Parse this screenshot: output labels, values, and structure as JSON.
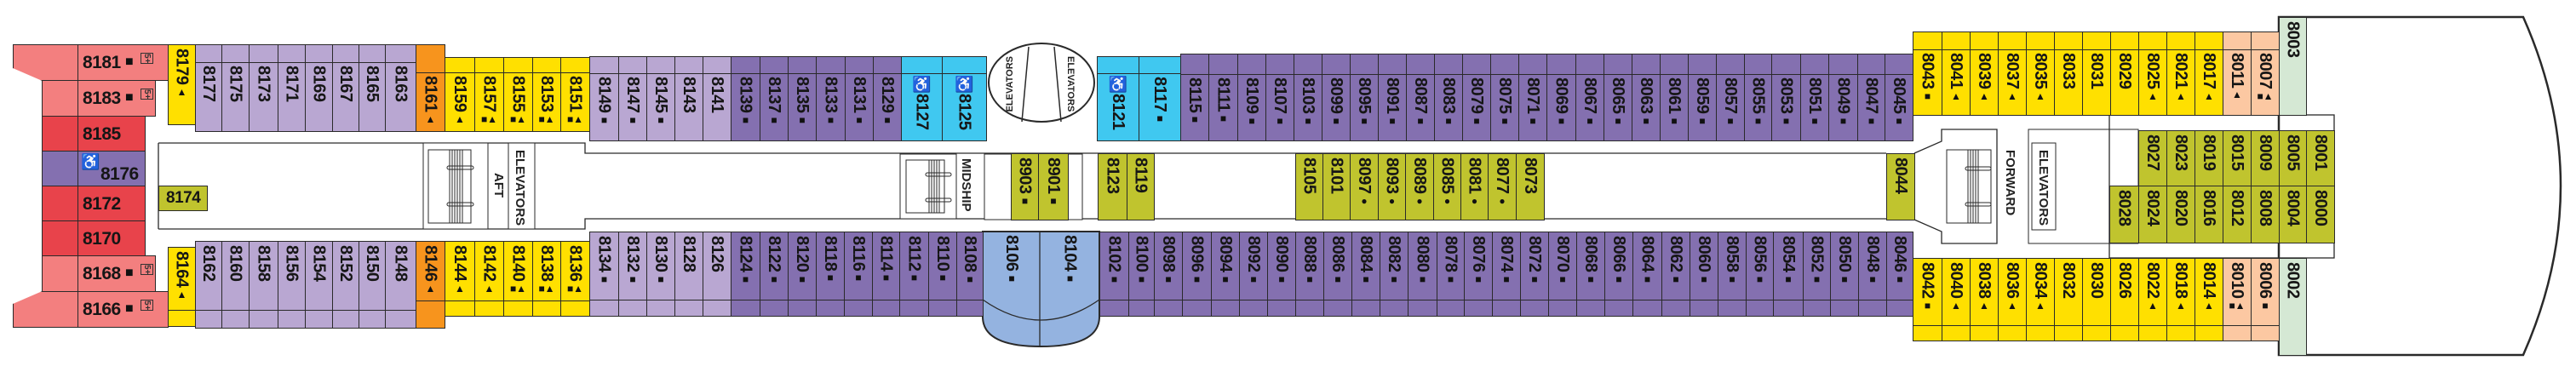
{
  "deck": {
    "categories": {
      "pink": "#f37f7f",
      "red": "#e8434b",
      "violet": "#8470b0",
      "lilac": "#b9a7d2",
      "yellow": "#ffe000",
      "orange": "#f7941d",
      "cyan": "#40c8f0",
      "blue": "#94b3e0",
      "olive": "#c0c42e",
      "peach": "#fcc8a2",
      "mint": "#d5e8d4"
    },
    "labels": {
      "aft_elevators": "ELEVATORS",
      "aft": "AFT",
      "midship": "MIDSHIP",
      "mid_elevators_left": "ELEVATORS",
      "mid_elevators_right": "ELEVATORS",
      "forward": "FORWARD",
      "forward_elevators": "ELEVATORS"
    },
    "cabins": {
      "stern": [
        {
          "num": "8181",
          "marks": "■",
          "badge": "5+",
          "cat": "pink"
        },
        {
          "num": "8183",
          "marks": "■",
          "badge": "5+",
          "cat": "pink"
        },
        {
          "num": "8185",
          "marks": "",
          "cat": "red"
        },
        {
          "num": "8176",
          "marks": "",
          "accessible": true,
          "cat": "violet"
        },
        {
          "num": "8172",
          "marks": "",
          "cat": "red"
        },
        {
          "num": "8170",
          "marks": "",
          "cat": "red"
        },
        {
          "num": "8168",
          "marks": "■",
          "badge": "5+",
          "cat": "pink"
        },
        {
          "num": "8166",
          "marks": "■",
          "badge": "5+",
          "cat": "pink"
        }
      ],
      "top": [
        {
          "num": "8179",
          "marks": "▲",
          "cat": "yellow"
        },
        {
          "num": "8177",
          "marks": "",
          "cat": "lilac"
        },
        {
          "num": "8175",
          "marks": "",
          "cat": "lilac"
        },
        {
          "num": "8173",
          "marks": "",
          "cat": "lilac"
        },
        {
          "num": "8171",
          "marks": "",
          "cat": "lilac"
        },
        {
          "num": "8169",
          "marks": "",
          "cat": "lilac"
        },
        {
          "num": "8167",
          "marks": "",
          "cat": "lilac"
        },
        {
          "num": "8165",
          "marks": "",
          "cat": "lilac"
        },
        {
          "num": "8163",
          "marks": "",
          "cat": "lilac"
        },
        {
          "num": "8161",
          "marks": "▲",
          "cat": "orange"
        },
        {
          "num": "8159",
          "marks": "▲",
          "cat": "yellow"
        },
        {
          "num": "8157",
          "marks": "■▲",
          "cat": "yellow"
        },
        {
          "num": "8155",
          "marks": "■▲",
          "cat": "yellow"
        },
        {
          "num": "8153",
          "marks": "■▲",
          "cat": "yellow"
        },
        {
          "num": "8151",
          "marks": "■▲",
          "cat": "yellow"
        },
        {
          "num": "8149",
          "marks": "■",
          "cat": "lilac"
        },
        {
          "num": "8147",
          "marks": "■",
          "cat": "lilac"
        },
        {
          "num": "8145",
          "marks": "■",
          "cat": "lilac"
        },
        {
          "num": "8143",
          "marks": "",
          "cat": "lilac"
        },
        {
          "num": "8141",
          "marks": "",
          "cat": "lilac"
        },
        {
          "num": "8139",
          "marks": "■",
          "cat": "violet"
        },
        {
          "num": "8137",
          "marks": "■",
          "cat": "violet"
        },
        {
          "num": "8135",
          "marks": "■",
          "cat": "violet"
        },
        {
          "num": "8133",
          "marks": "■",
          "cat": "violet"
        },
        {
          "num": "8131",
          "marks": "■",
          "cat": "violet"
        },
        {
          "num": "8129",
          "marks": "■",
          "cat": "violet"
        },
        {
          "num": "8127",
          "marks": "",
          "accessible": true,
          "cat": "cyan"
        },
        {
          "num": "8125",
          "marks": "",
          "accessible": true,
          "cat": "cyan"
        },
        {
          "num": "8121",
          "marks": "",
          "accessible": true,
          "cat": "cyan"
        },
        {
          "num": "8117",
          "marks": "■",
          "cat": "cyan"
        },
        {
          "num": "8115",
          "marks": "■",
          "cat": "violet"
        },
        {
          "num": "8111",
          "marks": "■",
          "cat": "violet"
        },
        {
          "num": "8109",
          "marks": "■",
          "cat": "violet"
        },
        {
          "num": "8107",
          "marks": "■",
          "cat": "violet"
        },
        {
          "num": "8103",
          "marks": "■",
          "cat": "violet"
        },
        {
          "num": "8099",
          "marks": "■",
          "cat": "violet"
        },
        {
          "num": "8095",
          "marks": "■",
          "cat": "violet"
        },
        {
          "num": "8091",
          "marks": "■",
          "cat": "violet"
        },
        {
          "num": "8087",
          "marks": "■",
          "cat": "violet"
        },
        {
          "num": "8083",
          "marks": "■",
          "cat": "violet"
        },
        {
          "num": "8079",
          "marks": "■",
          "cat": "violet"
        },
        {
          "num": "8075",
          "marks": "■",
          "cat": "violet"
        },
        {
          "num": "8071",
          "marks": "■",
          "cat": "violet"
        },
        {
          "num": "8069",
          "marks": "■",
          "cat": "violet"
        },
        {
          "num": "8067",
          "marks": "■",
          "cat": "violet"
        },
        {
          "num": "8065",
          "marks": "■",
          "cat": "violet"
        },
        {
          "num": "8063",
          "marks": "■",
          "cat": "violet"
        },
        {
          "num": "8061",
          "marks": "■",
          "cat": "violet"
        },
        {
          "num": "8059",
          "marks": "■",
          "cat": "violet"
        },
        {
          "num": "8057",
          "marks": "■",
          "cat": "violet"
        },
        {
          "num": "8055",
          "marks": "■",
          "cat": "violet"
        },
        {
          "num": "8053",
          "marks": "■",
          "cat": "violet"
        },
        {
          "num": "8051",
          "marks": "■",
          "cat": "violet"
        },
        {
          "num": "8049",
          "marks": "■",
          "cat": "violet"
        },
        {
          "num": "8047",
          "marks": "■",
          "cat": "violet"
        },
        {
          "num": "8045",
          "marks": "■",
          "cat": "violet"
        },
        {
          "num": "8043",
          "marks": "■",
          "cat": "yellow"
        },
        {
          "num": "8041",
          "marks": "▲",
          "cat": "yellow"
        },
        {
          "num": "8039",
          "marks": "▲",
          "cat": "yellow"
        },
        {
          "num": "8037",
          "marks": "▲",
          "cat": "yellow"
        },
        {
          "num": "8035",
          "marks": "▲",
          "cat": "yellow"
        },
        {
          "num": "8033",
          "marks": "",
          "cat": "yellow"
        },
        {
          "num": "8031",
          "marks": "",
          "cat": "yellow"
        },
        {
          "num": "8029",
          "marks": "",
          "cat": "yellow"
        },
        {
          "num": "8025",
          "marks": "▲",
          "cat": "yellow"
        },
        {
          "num": "8021",
          "marks": "▲",
          "cat": "yellow"
        },
        {
          "num": "8017",
          "marks": "▲",
          "cat": "yellow"
        },
        {
          "num": "8011",
          "marks": "▲",
          "cat": "peach"
        },
        {
          "num": "8007",
          "marks": "■▲",
          "cat": "peach"
        },
        {
          "num": "8003",
          "marks": "",
          "cat": "mint"
        }
      ],
      "middle": [
        {
          "num": "8903",
          "marks": "■",
          "cat": "olive"
        },
        {
          "num": "8901",
          "marks": "■",
          "cat": "olive"
        },
        {
          "num": "8123",
          "marks": "",
          "cat": "olive"
        },
        {
          "num": "8119",
          "marks": "",
          "cat": "olive"
        },
        {
          "num": "8105",
          "marks": "",
          "cat": "olive"
        },
        {
          "num": "8101",
          "marks": "",
          "cat": "olive"
        },
        {
          "num": "8097",
          "marks": "●",
          "cat": "olive"
        },
        {
          "num": "8093",
          "marks": "●",
          "cat": "olive"
        },
        {
          "num": "8089",
          "marks": "●",
          "cat": "olive"
        },
        {
          "num": "8085",
          "marks": "●",
          "cat": "olive"
        },
        {
          "num": "8081",
          "marks": "●",
          "cat": "olive"
        },
        {
          "num": "8077",
          "marks": "●",
          "cat": "olive"
        },
        {
          "num": "8073",
          "marks": "",
          "cat": "olive"
        },
        {
          "num": "8044",
          "marks": "",
          "cat": "olive"
        },
        {
          "num": "8027",
          "marks": "",
          "cat": "olive"
        },
        {
          "num": "8023",
          "marks": "",
          "cat": "olive"
        },
        {
          "num": "8019",
          "marks": "",
          "cat": "olive"
        },
        {
          "num": "8015",
          "marks": "",
          "cat": "olive"
        },
        {
          "num": "8009",
          "marks": "",
          "cat": "olive"
        },
        {
          "num": "8005",
          "marks": "",
          "cat": "olive"
        },
        {
          "num": "8001",
          "marks": "",
          "cat": "olive"
        },
        {
          "num": "8028",
          "marks": "",
          "cat": "olive"
        },
        {
          "num": "8024",
          "marks": "",
          "cat": "olive"
        },
        {
          "num": "8020",
          "marks": "",
          "cat": "olive"
        },
        {
          "num": "8016",
          "marks": "",
          "cat": "olive"
        },
        {
          "num": "8012",
          "marks": "",
          "cat": "olive"
        },
        {
          "num": "8008",
          "marks": "",
          "cat": "olive"
        },
        {
          "num": "8004",
          "marks": "",
          "cat": "olive"
        },
        {
          "num": "8000",
          "marks": "",
          "cat": "olive"
        }
      ],
      "corridor_8174": {
        "num": "8174",
        "cat": "olive"
      },
      "bottom": [
        {
          "num": "8164",
          "marks": "▲",
          "cat": "yellow"
        },
        {
          "num": "8162",
          "marks": "",
          "cat": "lilac"
        },
        {
          "num": "8160",
          "marks": "",
          "cat": "lilac"
        },
        {
          "num": "8158",
          "marks": "",
          "cat": "lilac"
        },
        {
          "num": "8156",
          "marks": "",
          "cat": "lilac"
        },
        {
          "num": "8154",
          "marks": "",
          "cat": "lilac"
        },
        {
          "num": "8152",
          "marks": "",
          "cat": "lilac"
        },
        {
          "num": "8150",
          "marks": "",
          "cat": "lilac"
        },
        {
          "num": "8148",
          "marks": "",
          "cat": "lilac"
        },
        {
          "num": "8146",
          "marks": "▲",
          "cat": "orange"
        },
        {
          "num": "8144",
          "marks": "▲",
          "cat": "yellow"
        },
        {
          "num": "8142",
          "marks": "▲",
          "cat": "yellow"
        },
        {
          "num": "8140",
          "marks": "■▲",
          "cat": "yellow"
        },
        {
          "num": "8138",
          "marks": "■▲",
          "cat": "yellow"
        },
        {
          "num": "8136",
          "marks": "■▲",
          "cat": "yellow"
        },
        {
          "num": "8134",
          "marks": "■",
          "cat": "lilac"
        },
        {
          "num": "8132",
          "marks": "■",
          "cat": "lilac"
        },
        {
          "num": "8130",
          "marks": "■",
          "cat": "lilac"
        },
        {
          "num": "8128",
          "marks": "",
          "cat": "lilac"
        },
        {
          "num": "8126",
          "marks": "",
          "cat": "lilac"
        },
        {
          "num": "8124",
          "marks": "■",
          "cat": "violet"
        },
        {
          "num": "8122",
          "marks": "■",
          "cat": "violet"
        },
        {
          "num": "8120",
          "marks": "■",
          "cat": "violet"
        },
        {
          "num": "8118",
          "marks": "■",
          "cat": "violet"
        },
        {
          "num": "8116",
          "marks": "■",
          "cat": "violet"
        },
        {
          "num": "8114",
          "marks": "■",
          "cat": "violet"
        },
        {
          "num": "8112",
          "marks": "■",
          "cat": "violet"
        },
        {
          "num": "8110",
          "marks": "■",
          "cat": "violet"
        },
        {
          "num": "8108",
          "marks": "■",
          "cat": "violet"
        },
        {
          "num": "8106",
          "marks": "■",
          "cat": "blue"
        },
        {
          "num": "8104",
          "marks": "■",
          "cat": "blue"
        },
        {
          "num": "8102",
          "marks": "■",
          "cat": "violet"
        },
        {
          "num": "8100",
          "marks": "■",
          "cat": "violet"
        },
        {
          "num": "8098",
          "marks": "■",
          "cat": "violet"
        },
        {
          "num": "8096",
          "marks": "■",
          "cat": "violet"
        },
        {
          "num": "8094",
          "marks": "■",
          "cat": "violet"
        },
        {
          "num": "8092",
          "marks": "■",
          "cat": "violet"
        },
        {
          "num": "8090",
          "marks": "■",
          "cat": "violet"
        },
        {
          "num": "8088",
          "marks": "■",
          "cat": "violet"
        },
        {
          "num": "8086",
          "marks": "■",
          "cat": "violet"
        },
        {
          "num": "8084",
          "marks": "■",
          "cat": "violet"
        },
        {
          "num": "8082",
          "marks": "■",
          "cat": "violet"
        },
        {
          "num": "8080",
          "marks": "■",
          "cat": "violet"
        },
        {
          "num": "8078",
          "marks": "■",
          "cat": "violet"
        },
        {
          "num": "8076",
          "marks": "■",
          "cat": "violet"
        },
        {
          "num": "8074",
          "marks": "■",
          "cat": "violet"
        },
        {
          "num": "8072",
          "marks": "■",
          "cat": "violet"
        },
        {
          "num": "8070",
          "marks": "■",
          "cat": "violet"
        },
        {
          "num": "8068",
          "marks": "■",
          "cat": "violet"
        },
        {
          "num": "8066",
          "marks": "■",
          "cat": "violet"
        },
        {
          "num": "8064",
          "marks": "■",
          "cat": "violet"
        },
        {
          "num": "8062",
          "marks": "■",
          "cat": "violet"
        },
        {
          "num": "8060",
          "marks": "■",
          "cat": "violet"
        },
        {
          "num": "8058",
          "marks": "■",
          "cat": "violet"
        },
        {
          "num": "8056",
          "marks": "■",
          "cat": "violet"
        },
        {
          "num": "8054",
          "marks": "■",
          "cat": "violet"
        },
        {
          "num": "8052",
          "marks": "■",
          "cat": "violet"
        },
        {
          "num": "8050",
          "marks": "■",
          "cat": "violet"
        },
        {
          "num": "8048",
          "marks": "■",
          "cat": "violet"
        },
        {
          "num": "8046",
          "marks": "■",
          "cat": "violet"
        },
        {
          "num": "8042",
          "marks": "■",
          "cat": "yellow"
        },
        {
          "num": "8040",
          "marks": "▲",
          "cat": "yellow"
        },
        {
          "num": "8038",
          "marks": "▲",
          "cat": "yellow"
        },
        {
          "num": "8036",
          "marks": "▲",
          "cat": "yellow"
        },
        {
          "num": "8034",
          "marks": "▲",
          "cat": "yellow"
        },
        {
          "num": "8032",
          "marks": "",
          "cat": "yellow"
        },
        {
          "num": "8030",
          "marks": "",
          "cat": "yellow"
        },
        {
          "num": "8026",
          "marks": "",
          "cat": "yellow"
        },
        {
          "num": "8022",
          "marks": "▲",
          "cat": "yellow"
        },
        {
          "num": "8018",
          "marks": "▲",
          "cat": "yellow"
        },
        {
          "num": "8014",
          "marks": "▲",
          "cat": "yellow"
        },
        {
          "num": "8010",
          "marks": "■▲",
          "cat": "peach"
        },
        {
          "num": "8006",
          "marks": "■",
          "cat": "peach"
        },
        {
          "num": "8002",
          "marks": "",
          "cat": "mint"
        }
      ]
    }
  }
}
